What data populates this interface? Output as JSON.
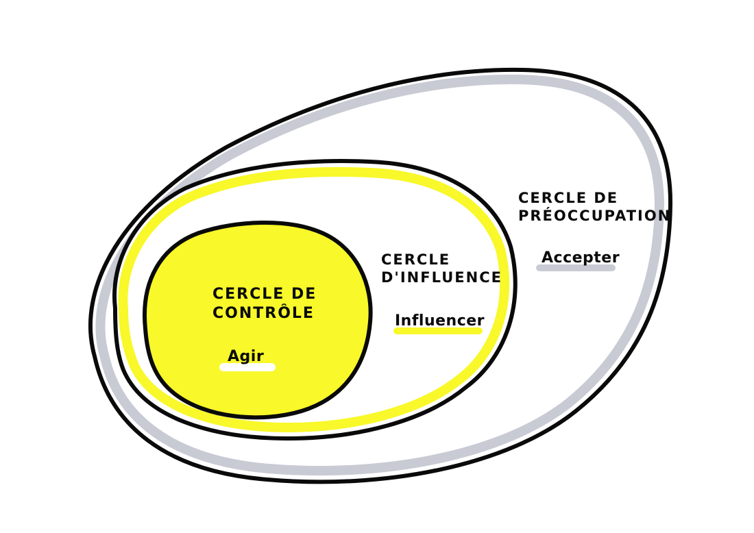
{
  "diagram": {
    "type": "nested-circles",
    "colors": {
      "outline": "#0a0a0a",
      "concern_ring": "#c8cad4",
      "influence_ring": "#f8f82a",
      "control_fill": "#f8f82a",
      "background": "#ffffff",
      "accepter_highlight": "#c8cad4",
      "influencer_highlight": "#f8f82a",
      "agir_highlight": "#ffffff"
    },
    "circles": {
      "concern": {
        "title_line1": "Cercle de",
        "title_line2": "préoccupation",
        "action": "Accepter"
      },
      "influence": {
        "title_line1": "Cercle",
        "title_line2": "d'influence",
        "action": "Influencer"
      },
      "control": {
        "title_line1": "Cercle de",
        "title_line2": "contrôle",
        "action": "Agir"
      }
    }
  }
}
